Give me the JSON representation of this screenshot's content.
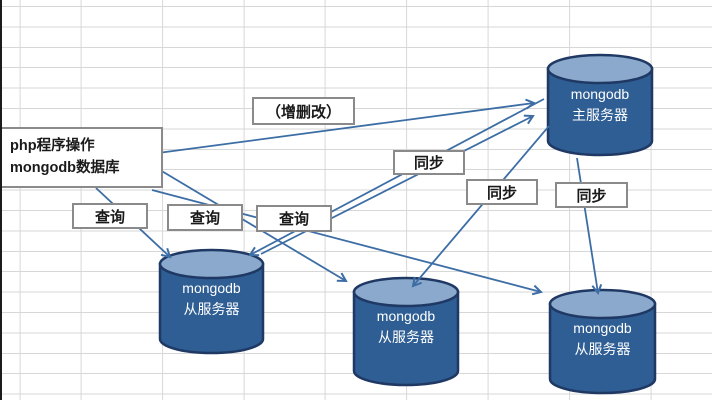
{
  "diagram": {
    "title_context": "mongodb master-slave replication sketch on spreadsheet grid",
    "php_box": {
      "line1": "php程序操作",
      "line2": "mongodb数据库"
    },
    "crud_label": "（增删改）",
    "query_labels": [
      "查询",
      "查询",
      "查询"
    ],
    "sync_labels": [
      "同步",
      "同步",
      "同步"
    ],
    "nodes": {
      "master": {
        "name": "mongodb",
        "role": "主服务器"
      },
      "slave1": {
        "name": "mongodb",
        "role": "从服务器"
      },
      "slave2": {
        "name": "mongodb",
        "role": "从服务器"
      },
      "slave3": {
        "name": "mongodb",
        "role": "从服务器"
      }
    },
    "edges": [
      {
        "from": "php程序操作mongodb数据库",
        "to": "mongodb主服务器",
        "label": "（增删改）"
      },
      {
        "from": "php程序操作mongodb数据库",
        "to": "mongodb从服务器-left",
        "label": "查询"
      },
      {
        "from": "php程序操作mongodb数据库",
        "to": "mongodb从服务器-middle",
        "label": "查询"
      },
      {
        "from": "php程序操作mongodb数据库",
        "to": "mongodb从服务器-right",
        "label": "查询"
      },
      {
        "from": "mongodb从服务器-left",
        "to": "mongodb主服务器",
        "label": "同步"
      },
      {
        "from": "mongodb主服务器",
        "to": "mongodb从服务器-left",
        "label": "同步"
      },
      {
        "from": "mongodb主服务器",
        "to": "mongodb从服务器-middle",
        "label": "同步"
      },
      {
        "from": "mongodb主服务器",
        "to": "mongodb从服务器-right",
        "label": "同步"
      }
    ],
    "colors": {
      "cylinder_body": "#2E5E93",
      "cylinder_top": "#8AA9CC",
      "cylinder_border": "#1F3864",
      "connector": "#3C6EA5",
      "grid_line": "#D7D7D7",
      "box_border": "#8A8A8A"
    }
  }
}
